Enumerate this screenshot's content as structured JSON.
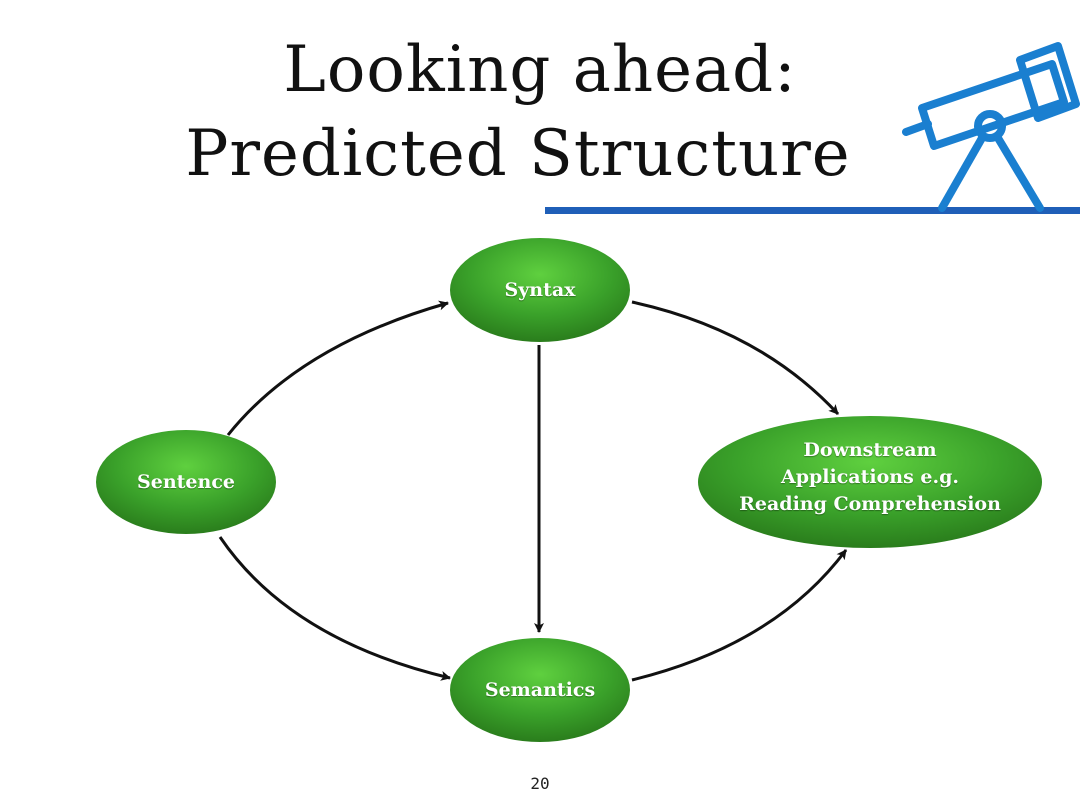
{
  "slide": {
    "title_line1": "Looking ahead:",
    "title_line2": "Predicted Structure",
    "page_number": "20"
  },
  "icon": {
    "name": "telescope-icon",
    "color": "#1a7fd0",
    "rule_color": "#1f5fb8"
  },
  "diagram": {
    "node_color": "#3aa12a",
    "nodes": {
      "syntax": "Syntax",
      "sentence": "Sentence",
      "semantics": "Semantics",
      "downstream_line1": "Downstream",
      "downstream_line2": "Applications e.g.",
      "downstream_line3": "Reading  Comprehension"
    },
    "edges": [
      {
        "from": "Sentence",
        "to": "Syntax"
      },
      {
        "from": "Sentence",
        "to": "Semantics"
      },
      {
        "from": "Syntax",
        "to": "Semantics"
      },
      {
        "from": "Syntax",
        "to": "Downstream Applications e.g. Reading Comprehension"
      },
      {
        "from": "Semantics",
        "to": "Downstream Applications e.g. Reading Comprehension"
      }
    ]
  }
}
